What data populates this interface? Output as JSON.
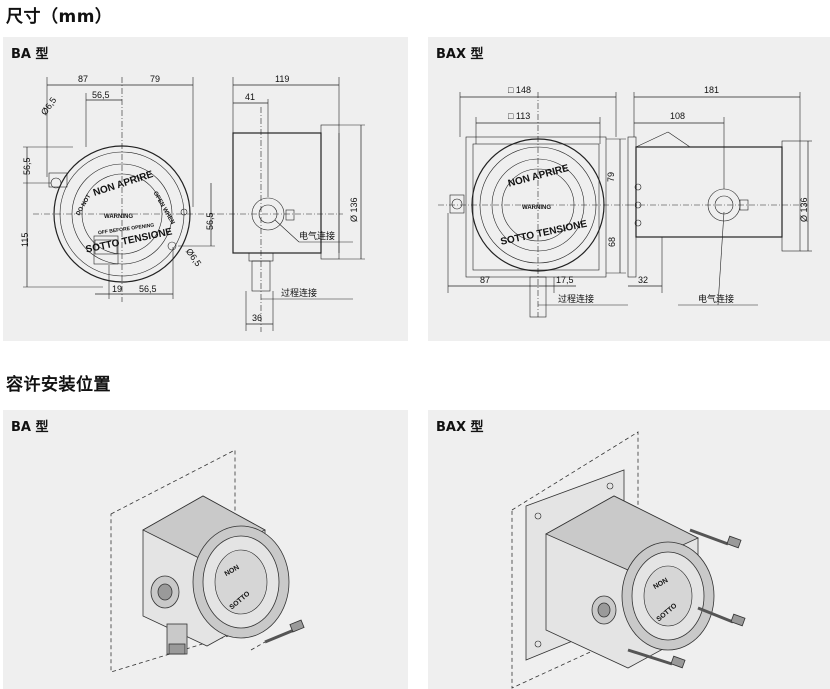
{
  "headings": {
    "dimensions": "尺寸（mm）",
    "mounting": "容许安装位置"
  },
  "panels": {
    "ba_dims": {
      "label": "BA 型"
    },
    "bax_dims": {
      "label": "BAX 型"
    },
    "ba_mount": {
      "label": "BA 型"
    },
    "bax_mount": {
      "label": "BAX 型"
    }
  },
  "ba_drawing": {
    "dims": {
      "d87": "87",
      "d79": "79",
      "d56_5_top": "56,5",
      "d6_5_top": "Ø6,5",
      "d56_5_left": "56,5",
      "d115": "115",
      "d19": "19",
      "d56_5_bottom": "56,5",
      "d56_5_right": "56,5",
      "d6_5_bottom": "Ø6,5",
      "d119": "119",
      "d41": "41",
      "d136": "Ø 136",
      "d36": "36"
    },
    "labels": {
      "electrical": "电气连接",
      "process": "过程连接"
    },
    "face": {
      "top_text": "NON APRIRE",
      "bottom_text": "SOTTO TENSIONE",
      "warning": "WARNING",
      "ring_left": "DO NOT",
      "ring_right": "OPEN WHEN",
      "ring_bottom": "OFF BEFORE OPENING"
    }
  },
  "bax_drawing": {
    "dims": {
      "d148": "□ 148",
      "d113": "□ 113",
      "d79": "79",
      "d68": "68",
      "d87": "87",
      "d17_5": "17,5",
      "d181": "181",
      "d108": "108",
      "d136": "Ø 136",
      "d32": "32"
    },
    "labels": {
      "process": "过程连接",
      "electrical": "电气连接"
    },
    "face": {
      "top_text": "NON APRIRE",
      "bottom_text": "SOTTO TENSIONE",
      "warning": "WARNING"
    }
  }
}
